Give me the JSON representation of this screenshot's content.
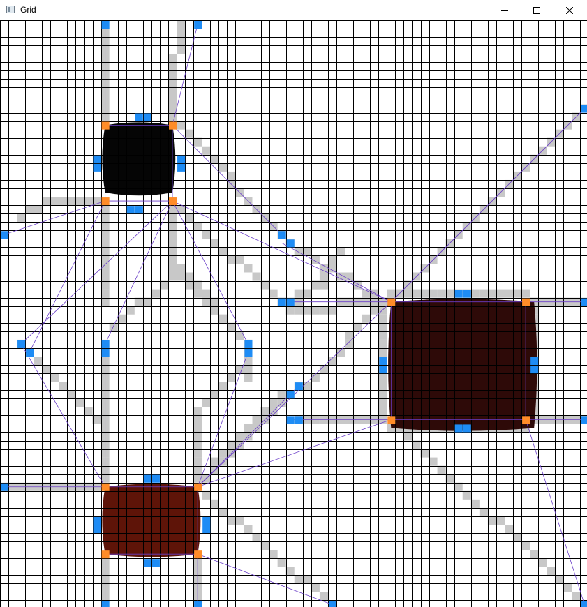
{
  "window": {
    "title": "Grid",
    "app_icon": "window-app-icon"
  },
  "controls": {
    "minimize_icon": "minimize-icon",
    "maximize_icon": "maximize-icon",
    "close_icon": "close-icon"
  },
  "grid": {
    "columns": 70,
    "rows": 70,
    "line_color": "#000000",
    "background": "#ffffff"
  },
  "colors": {
    "path": "#c8c8c8",
    "endpoint": "#1e8cf5",
    "corner": "#ff8c28",
    "edge": "#6a3dc8",
    "obstacle_top_left": "#050505",
    "obstacle_right": "#2e0a08",
    "obstacle_bottom": "#5e1408"
  },
  "obstacles": [
    {
      "name": "obstacle-top-left",
      "color": "#050505",
      "cells": [
        12,
        12,
        8,
        8
      ]
    },
    {
      "name": "obstacle-right",
      "color": "#2e0a08",
      "cells": [
        46,
        33,
        17,
        15
      ]
    },
    {
      "name": "obstacle-bottom",
      "color": "#5e1408",
      "cells": [
        12,
        55,
        11,
        8
      ]
    }
  ],
  "corners": [
    [
      12,
      12
    ],
    [
      20,
      12
    ],
    [
      12,
      21
    ],
    [
      20,
      21
    ],
    [
      46,
      33
    ],
    [
      62,
      33
    ],
    [
      46,
      47
    ],
    [
      62,
      47
    ],
    [
      12,
      55
    ],
    [
      23,
      55
    ],
    [
      12,
      63
    ],
    [
      23,
      63
    ]
  ],
  "endpoints": [
    [
      12,
      0
    ],
    [
      23,
      0
    ],
    [
      69,
      10
    ],
    [
      0,
      25
    ],
    [
      33,
      25
    ],
    [
      34,
      26
    ],
    [
      33,
      33
    ],
    [
      34,
      33
    ],
    [
      54,
      32
    ],
    [
      55,
      32
    ],
    [
      69,
      33
    ],
    [
      2,
      38
    ],
    [
      3,
      39
    ],
    [
      12,
      38
    ],
    [
      12,
      39
    ],
    [
      29,
      38
    ],
    [
      29,
      39
    ],
    [
      35,
      43
    ],
    [
      34,
      44
    ],
    [
      45,
      40
    ],
    [
      45,
      41
    ],
    [
      63,
      40
    ],
    [
      63,
      41
    ],
    [
      34,
      47
    ],
    [
      35,
      47
    ],
    [
      54,
      48
    ],
    [
      55,
      48
    ],
    [
      69,
      47
    ],
    [
      0,
      55
    ],
    [
      17,
      54
    ],
    [
      18,
      54
    ],
    [
      11,
      59
    ],
    [
      11,
      60
    ],
    [
      24,
      59
    ],
    [
      24,
      60
    ],
    [
      17,
      64
    ],
    [
      18,
      64
    ],
    [
      12,
      69
    ],
    [
      23,
      69
    ],
    [
      39,
      69
    ],
    [
      69,
      69
    ],
    [
      16,
      11
    ],
    [
      17,
      11
    ],
    [
      11,
      16
    ],
    [
      11,
      17
    ],
    [
      21,
      16
    ],
    [
      21,
      17
    ],
    [
      16,
      22
    ],
    [
      15,
      22
    ]
  ]
}
